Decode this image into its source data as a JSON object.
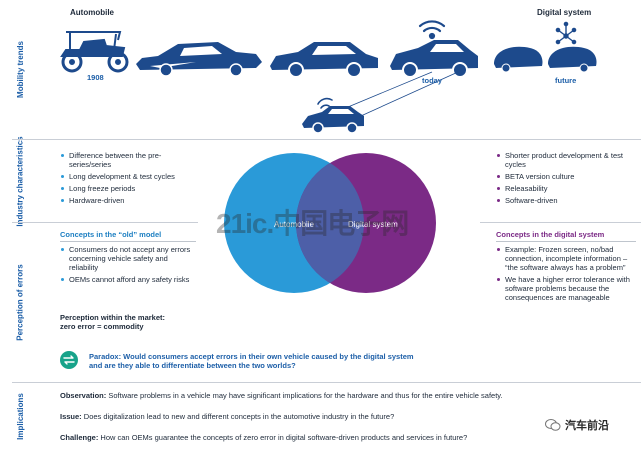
{
  "sections": {
    "mobility": "Mobility trends",
    "industry": "Industry characteristics",
    "perception": "Perception of errors",
    "implications": "Implications"
  },
  "headings": {
    "automobile": "Automobile",
    "digital_system": "Digital system"
  },
  "timeline": {
    "year_1908": "1908",
    "today": "today",
    "future": "future"
  },
  "industry": {
    "left": [
      "Difference between the pre-series/series",
      "Long development & test cycles",
      "Long freeze periods",
      "Hardware-driven"
    ],
    "right": [
      "Shorter product development & test cycles",
      "BETA version culture",
      "Releasability",
      "Software-driven"
    ]
  },
  "venn": {
    "left_label": "Automobile",
    "right_label": "Digital system"
  },
  "perception": {
    "old_title": "Concepts in the “old” model",
    "old_items": [
      "Consumers do not accept any errors concerning vehicle safety and reliability",
      "OEMs cannot afford any safety risks"
    ],
    "market_label": "Perception within the market:",
    "market_value": "zero error = commodity",
    "digital_title": "Concepts in the digital system",
    "digital_items": [
      "Example: Frozen screen, no/bad connection, incomplete information – “the software always has a problem”",
      "We have a higher error tolerance with software problems because the consequences are manageable"
    ],
    "paradox": "Paradox: Would consumers accept errors in their own vehicle caused by the digital system and are they able to differentiate between the two worlds?"
  },
  "implications": {
    "observation_label": "Observation:",
    "observation_text": " Software problems in a vehicle may have significant implications for the hardware and thus for the entire vehicle safety.",
    "issue_label": "Issue:",
    "issue_text": " Does digitalization lead to new and different concepts in the automotive industry in the future?",
    "challenge_label": "Challenge:",
    "challenge_text": " How can OEMs guarantee the concepts of zero error in digital software-driven products and services in future?"
  },
  "watermark": "21ic.中国电子网",
  "brand": "汽车前沿",
  "colors": {
    "car_blue": "#1d4a8c",
    "venn_blue": "#2a9ad8",
    "venn_purple": "#7b2a86",
    "accent_teal": "#17a38a"
  }
}
